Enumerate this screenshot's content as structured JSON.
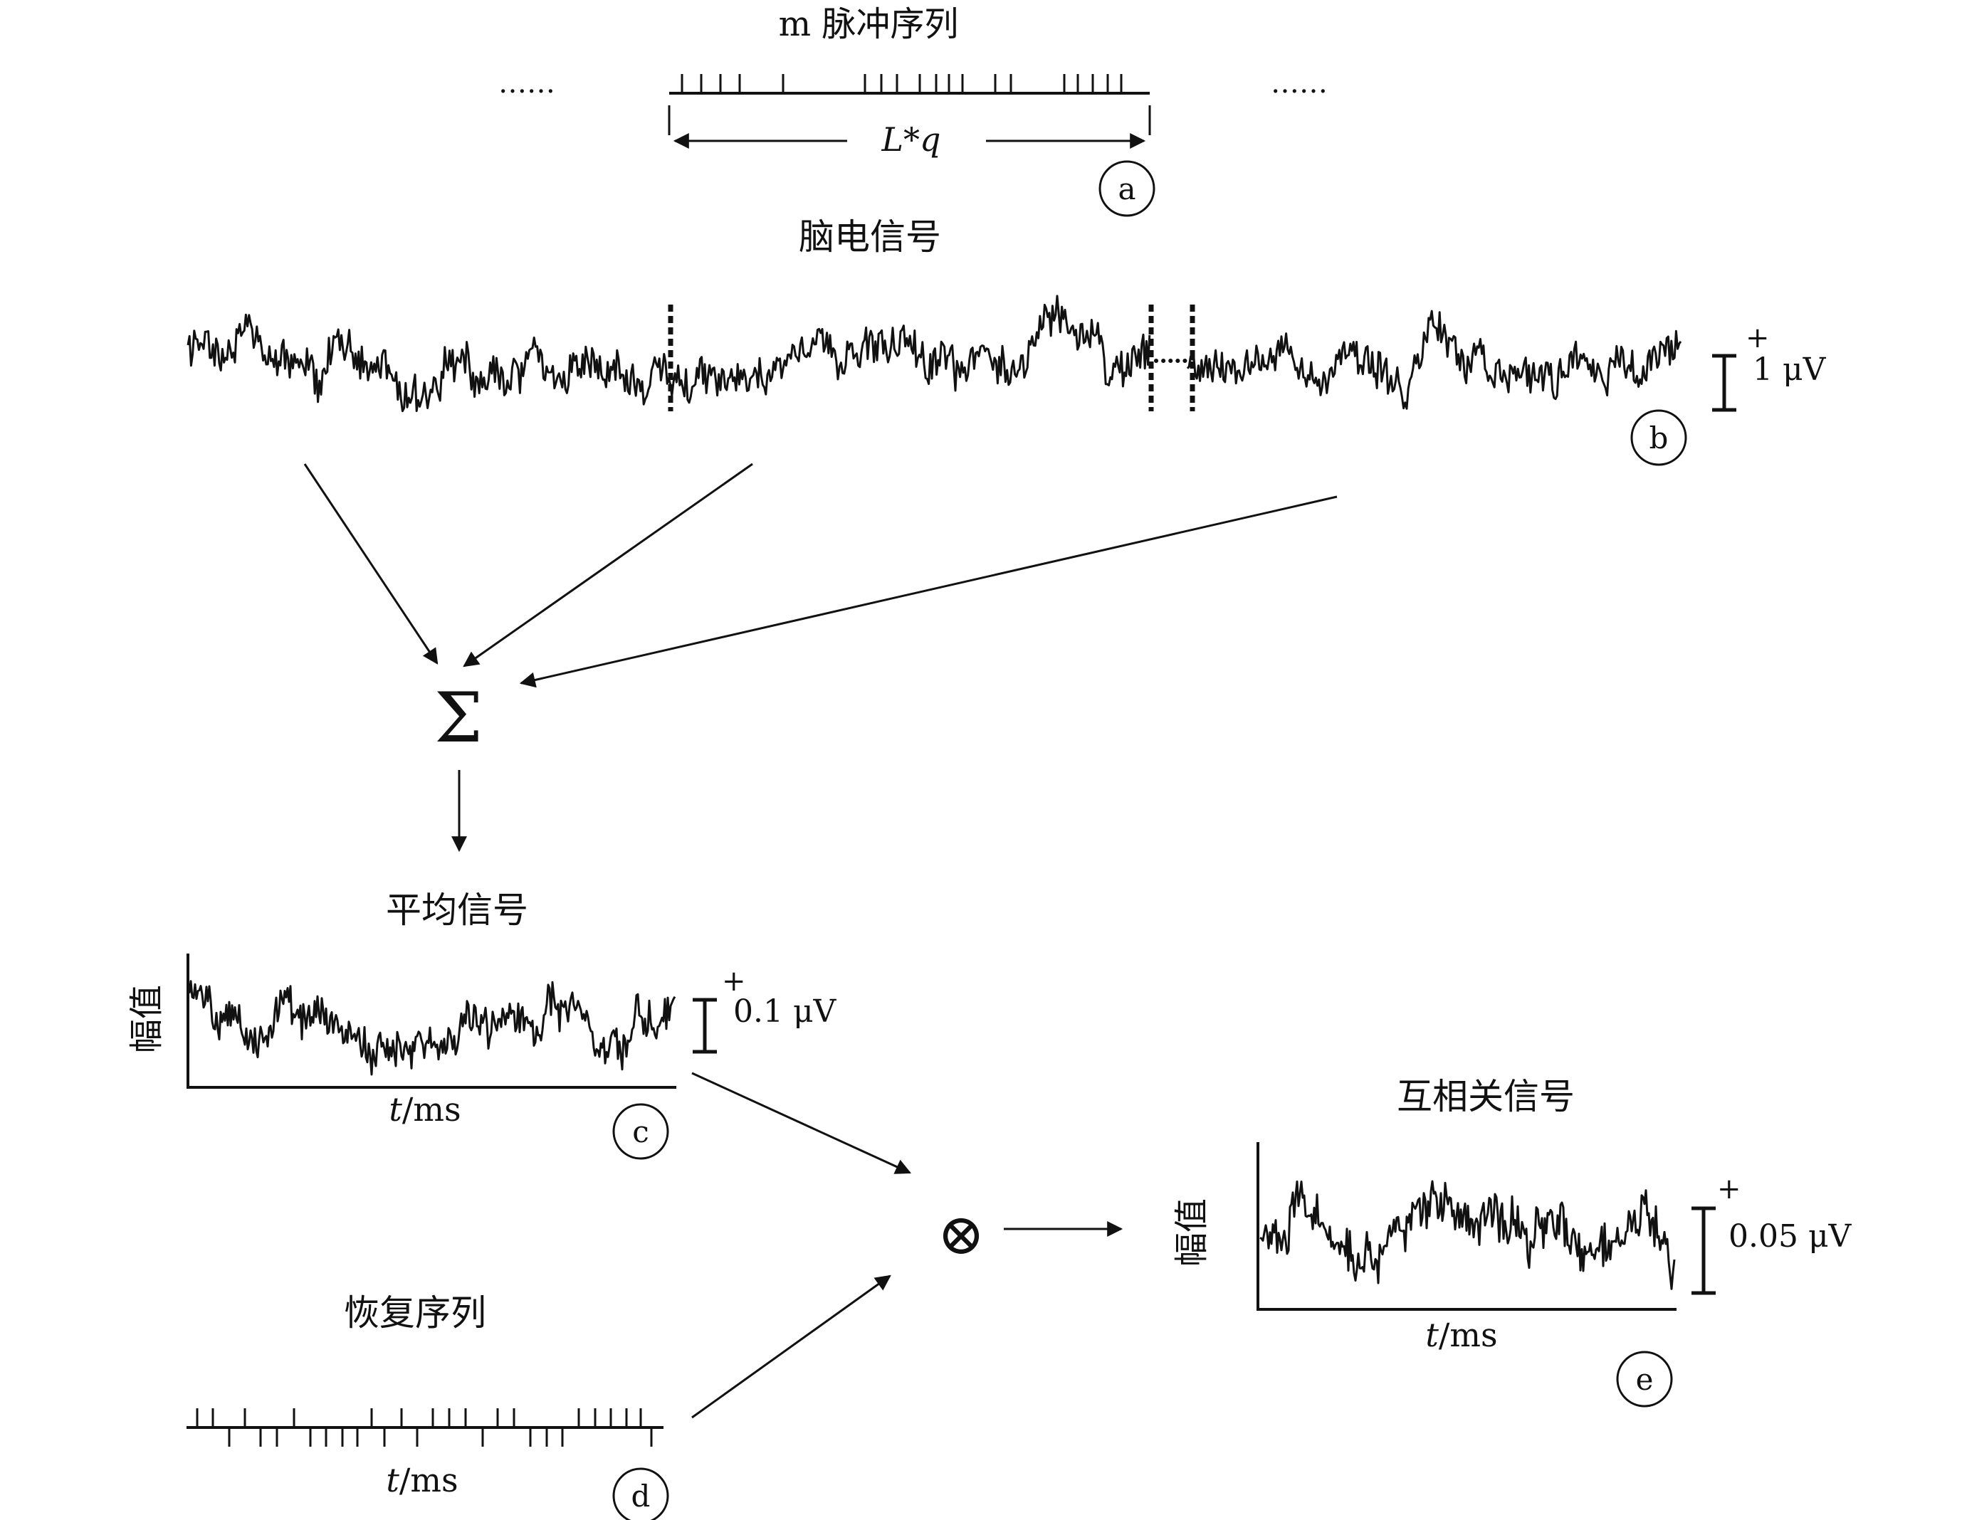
{
  "labels": {
    "m_pulse_sequence": "m 脉冲序列",
    "ellipsis_left": "……",
    "ellipsis_right": "……",
    "lq_prefix": "L",
    "lq_star": "*",
    "lq_suffix": "q",
    "eeg_signal": "脑电信号",
    "average_signal": "平均信号",
    "cross_correlation_signal": "互相关信号",
    "recovery_sequence": "恢复序列",
    "amplitude_c": "幅值",
    "amplitude_e": "幅值",
    "time_c_t": "t",
    "time_c_unit": "/ms",
    "time_d_t": "t",
    "time_d_unit": "/ms",
    "time_e_t": "t",
    "time_e_unit": "/ms",
    "sum_symbol": "Σ",
    "multiply_symbol": "⊗"
  },
  "markers": {
    "a": "a",
    "b": "b",
    "c": "c",
    "d": "d",
    "e": "e"
  },
  "scale_bars": {
    "b": {
      "sign": "+",
      "value": "1 μV"
    },
    "c": {
      "sign": "+",
      "value": "0.1 μV"
    },
    "e": {
      "sign": "+",
      "value": "0.05 μV"
    }
  },
  "colors": {
    "ink": "#111111",
    "background": "#ffffff"
  }
}
